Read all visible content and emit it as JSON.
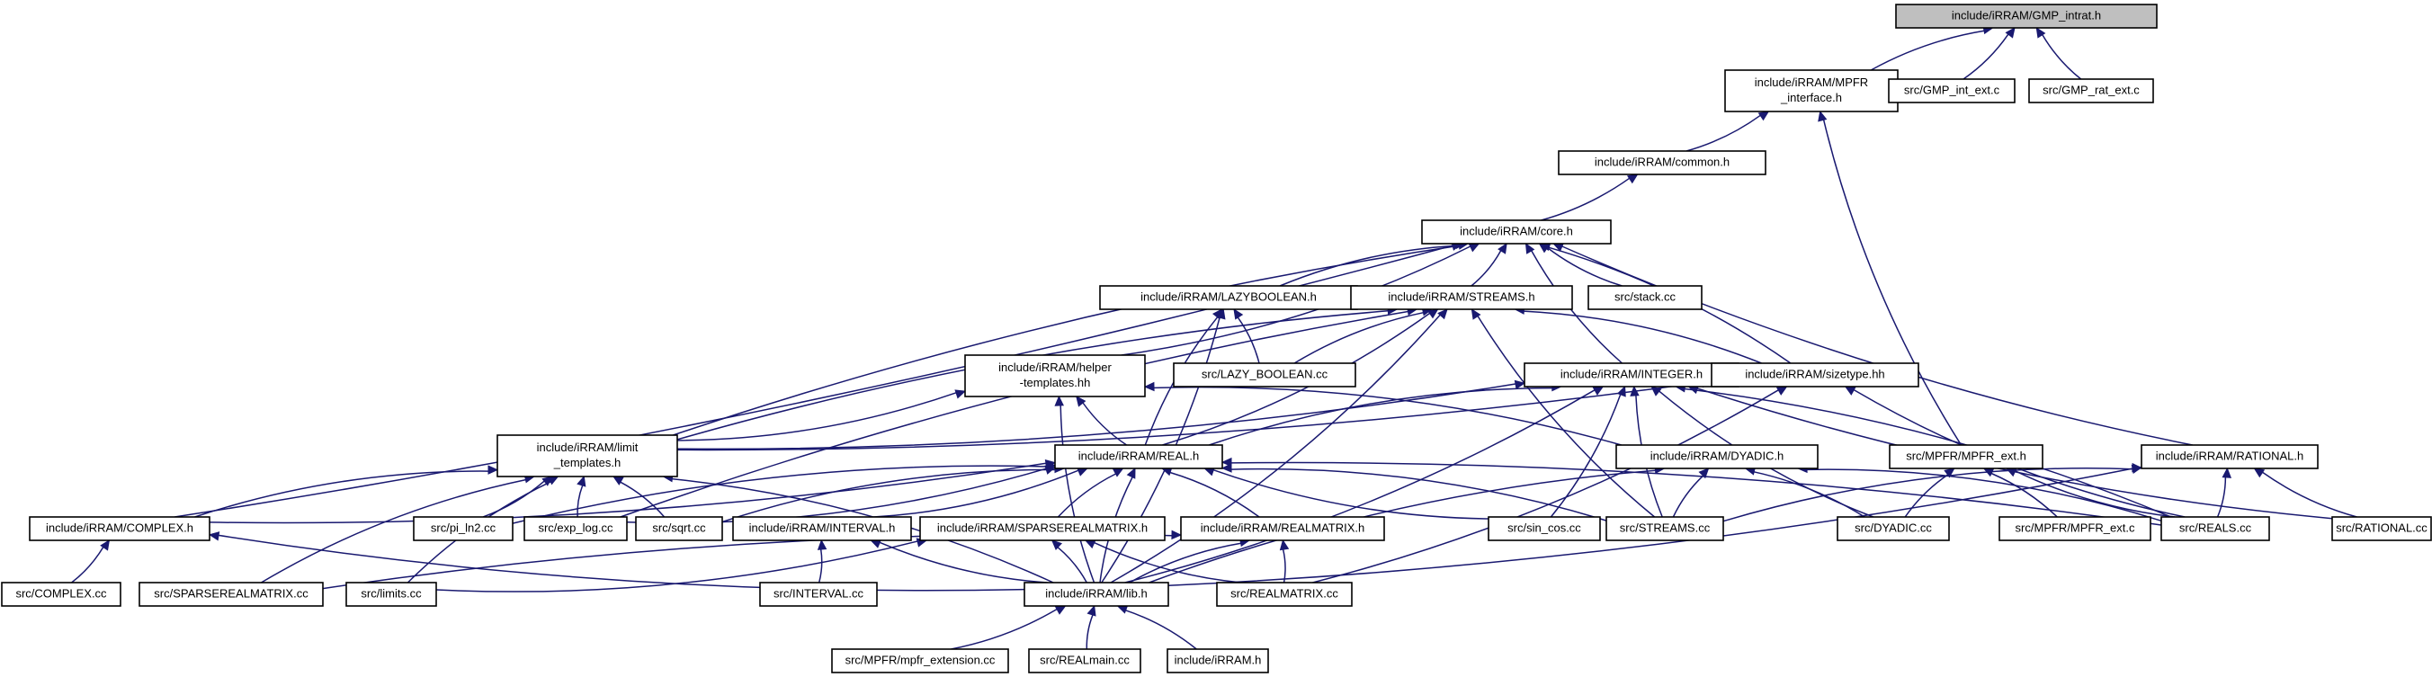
{
  "diagram": {
    "type": "include-dependency-graph",
    "root": "include/iRRAM/GMP_intrat.h",
    "nodes": [
      {
        "id": "gmp",
        "lines": [
          "include/iRRAM/GMP_intrat.h"
        ]
      },
      {
        "id": "mpfr_if",
        "lines": [
          "include/iRRAM/MPFR",
          "_interface.h"
        ]
      },
      {
        "id": "gmp_int",
        "lines": [
          "src/GMP_int_ext.c"
        ]
      },
      {
        "id": "gmp_rat",
        "lines": [
          "src/GMP_rat_ext.c"
        ]
      },
      {
        "id": "common",
        "lines": [
          "include/iRRAM/common.h"
        ]
      },
      {
        "id": "core",
        "lines": [
          "include/iRRAM/core.h"
        ]
      },
      {
        "id": "lazybool",
        "lines": [
          "include/iRRAM/LAZYBOOLEAN.h"
        ]
      },
      {
        "id": "streams_h",
        "lines": [
          "include/iRRAM/STREAMS.h"
        ]
      },
      {
        "id": "stack",
        "lines": [
          "src/stack.cc"
        ]
      },
      {
        "id": "helper",
        "lines": [
          "include/iRRAM/helper",
          "-templates.hh"
        ]
      },
      {
        "id": "lazybool_cc",
        "lines": [
          "src/LAZY_BOOLEAN.cc"
        ]
      },
      {
        "id": "integer",
        "lines": [
          "include/iRRAM/INTEGER.h"
        ]
      },
      {
        "id": "sizetype",
        "lines": [
          "include/iRRAM/sizetype.hh"
        ]
      },
      {
        "id": "limit",
        "lines": [
          "include/iRRAM/limit",
          "_templates.h"
        ]
      },
      {
        "id": "real",
        "lines": [
          "include/iRRAM/REAL.h"
        ]
      },
      {
        "id": "dyadic_h",
        "lines": [
          "include/iRRAM/DYADIC.h"
        ]
      },
      {
        "id": "mpfr_ext_h",
        "lines": [
          "src/MPFR/MPFR_ext.h"
        ]
      },
      {
        "id": "rational_h",
        "lines": [
          "include/iRRAM/RATIONAL.h"
        ]
      },
      {
        "id": "complex_h",
        "lines": [
          "include/iRRAM/COMPLEX.h"
        ]
      },
      {
        "id": "pi_ln2",
        "lines": [
          "src/pi_ln2.cc"
        ]
      },
      {
        "id": "exp_log",
        "lines": [
          "src/exp_log.cc"
        ]
      },
      {
        "id": "sqrt",
        "lines": [
          "src/sqrt.cc"
        ]
      },
      {
        "id": "interval_h",
        "lines": [
          "include/iRRAM/INTERVAL.h"
        ]
      },
      {
        "id": "sparse_h",
        "lines": [
          "include/iRRAM/SPARSEREALMATRIX.h"
        ]
      },
      {
        "id": "realmatrix_h",
        "lines": [
          "include/iRRAM/REALMATRIX.h"
        ]
      },
      {
        "id": "sin_cos",
        "lines": [
          "src/sin_cos.cc"
        ]
      },
      {
        "id": "streams_cc",
        "lines": [
          "src/STREAMS.cc"
        ]
      },
      {
        "id": "dyadic_cc",
        "lines": [
          "src/DYADIC.cc"
        ]
      },
      {
        "id": "mpfr_ext_c",
        "lines": [
          "src/MPFR/MPFR_ext.c"
        ]
      },
      {
        "id": "reals_cc",
        "lines": [
          "src/REALS.cc"
        ]
      },
      {
        "id": "rational_cc",
        "lines": [
          "src/RATIONAL.cc"
        ]
      },
      {
        "id": "complex_cc",
        "lines": [
          "src/COMPLEX.cc"
        ]
      },
      {
        "id": "sparse_cc",
        "lines": [
          "src/SPARSEREALMATRIX.cc"
        ]
      },
      {
        "id": "limits_cc",
        "lines": [
          "src/limits.cc"
        ]
      },
      {
        "id": "interval_cc",
        "lines": [
          "src/INTERVAL.cc"
        ]
      },
      {
        "id": "lib_h",
        "lines": [
          "include/iRRAM/lib.h"
        ]
      },
      {
        "id": "realmatrix_cc",
        "lines": [
          "src/REALMATRIX.cc"
        ]
      },
      {
        "id": "mpfr_extension",
        "lines": [
          "src/MPFR/mpfr_extension.cc"
        ]
      },
      {
        "id": "realmain",
        "lines": [
          "src/REALmain.cc"
        ]
      },
      {
        "id": "iRRAM_h",
        "lines": [
          "include/iRRAM.h"
        ]
      }
    ],
    "edges": [
      [
        "mpfr_if",
        "gmp"
      ],
      [
        "gmp_int",
        "gmp"
      ],
      [
        "gmp_rat",
        "gmp"
      ],
      [
        "common",
        "mpfr_if"
      ],
      [
        "mpfr_ext_h",
        "mpfr_if"
      ],
      [
        "core",
        "common"
      ],
      [
        "lazybool",
        "core"
      ],
      [
        "streams_h",
        "core"
      ],
      [
        "stack",
        "core"
      ],
      [
        "helper",
        "core"
      ],
      [
        "integer",
        "core"
      ],
      [
        "sizetype",
        "core"
      ],
      [
        "limit",
        "core"
      ],
      [
        "complex_h",
        "core"
      ],
      [
        "rational_h",
        "core"
      ],
      [
        "lazybool_cc",
        "lazybool"
      ],
      [
        "real",
        "lazybool"
      ],
      [
        "lib_h",
        "lazybool"
      ],
      [
        "lazybool_cc",
        "streams_h"
      ],
      [
        "sizetype",
        "streams_h"
      ],
      [
        "limit",
        "streams_h"
      ],
      [
        "real",
        "streams_h"
      ],
      [
        "streams_cc",
        "streams_h"
      ],
      [
        "lib_h",
        "streams_h"
      ],
      [
        "exp_log",
        "streams_h"
      ],
      [
        "limit",
        "helper"
      ],
      [
        "real",
        "helper"
      ],
      [
        "dyadic_h",
        "helper"
      ],
      [
        "lib_h",
        "helper"
      ],
      [
        "limit",
        "integer"
      ],
      [
        "real",
        "integer"
      ],
      [
        "sin_cos",
        "integer"
      ],
      [
        "streams_cc",
        "integer"
      ],
      [
        "lib_h",
        "integer"
      ],
      [
        "dyadic_cc",
        "integer"
      ],
      [
        "reals_cc",
        "integer"
      ],
      [
        "rational_cc",
        "integer"
      ],
      [
        "limit",
        "sizetype"
      ],
      [
        "reals_cc",
        "sizetype"
      ],
      [
        "realmatrix_cc",
        "sizetype"
      ],
      [
        "complex_h",
        "limit"
      ],
      [
        "pi_ln2",
        "limit"
      ],
      [
        "exp_log",
        "limit"
      ],
      [
        "sqrt",
        "limit"
      ],
      [
        "limits_cc",
        "limit"
      ],
      [
        "lib_h",
        "limit"
      ],
      [
        "sparse_cc",
        "limit"
      ],
      [
        "complex_h",
        "real"
      ],
      [
        "pi_ln2",
        "real"
      ],
      [
        "exp_log",
        "real"
      ],
      [
        "sqrt",
        "real"
      ],
      [
        "interval_h",
        "real"
      ],
      [
        "sparse_h",
        "real"
      ],
      [
        "realmatrix_h",
        "real"
      ],
      [
        "sin_cos",
        "real"
      ],
      [
        "streams_cc",
        "real"
      ],
      [
        "lib_h",
        "real"
      ],
      [
        "reals_cc",
        "real"
      ],
      [
        "streams_cc",
        "dyadic_h"
      ],
      [
        "dyadic_cc",
        "dyadic_h"
      ],
      [
        "lib_h",
        "dyadic_h"
      ],
      [
        "reals_cc",
        "dyadic_h"
      ],
      [
        "dyadic_cc",
        "mpfr_ext_h"
      ],
      [
        "mpfr_ext_c",
        "mpfr_ext_h"
      ],
      [
        "reals_cc",
        "mpfr_ext_h"
      ],
      [
        "reals_cc",
        "rational_h"
      ],
      [
        "rational_cc",
        "rational_h"
      ],
      [
        "lib_h",
        "rational_h"
      ],
      [
        "streams_cc",
        "rational_h"
      ],
      [
        "complex_cc",
        "complex_h"
      ],
      [
        "lib_h",
        "complex_h"
      ],
      [
        "interval_cc",
        "interval_h"
      ],
      [
        "lib_h",
        "interval_h"
      ],
      [
        "lib_h",
        "sparse_h"
      ],
      [
        "realmatrix_cc",
        "sparse_h"
      ],
      [
        "limits_cc",
        "sparse_h"
      ],
      [
        "lib_h",
        "realmatrix_h"
      ],
      [
        "realmatrix_cc",
        "realmatrix_h"
      ],
      [
        "sparse_cc",
        "realmatrix_h"
      ],
      [
        "mpfr_extension",
        "lib_h"
      ],
      [
        "realmain",
        "lib_h"
      ],
      [
        "iRRAM_h",
        "lib_h"
      ]
    ]
  },
  "colors": {
    "edge": "#191970",
    "node_border": "#000000",
    "root_fill": "#bfbfbf",
    "node_fill": "#ffffff"
  }
}
